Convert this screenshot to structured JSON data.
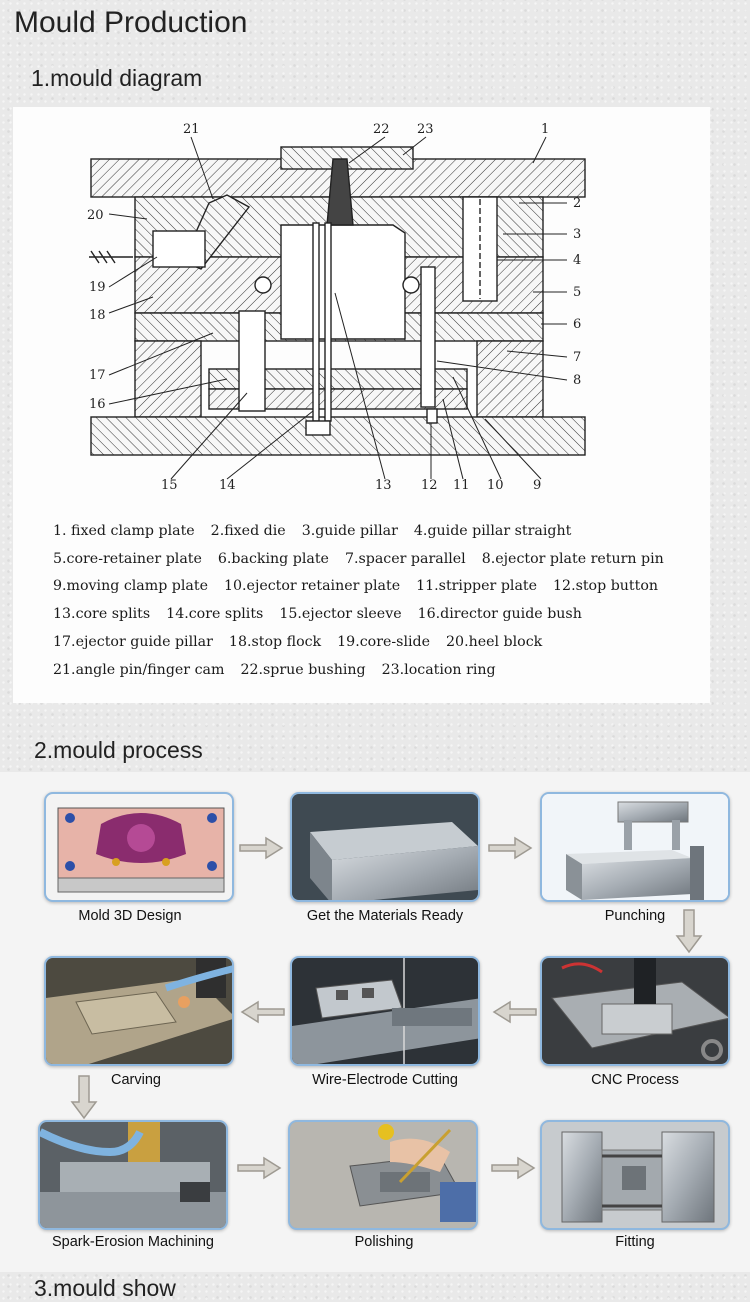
{
  "title": "Mould Production",
  "sections": {
    "diagram": "1.mould diagram",
    "process": "2.mould process",
    "show": "3.mould show"
  },
  "diagram": {
    "callouts": [
      "1",
      "2",
      "3",
      "4",
      "5",
      "6",
      "7",
      "8",
      "9",
      "10",
      "11",
      "12",
      "13",
      "14",
      "15",
      "16",
      "17",
      "18",
      "19",
      "20",
      "21",
      "22",
      "23"
    ],
    "legend_rows": [
      [
        "1.  fixed clamp plate",
        "2.fixed die",
        "3.guide pillar",
        "4.guide pillar straight"
      ],
      [
        "5.core-retainer plate",
        "6.backing plate",
        "7.spacer parallel",
        "8.ejector plate return pin"
      ],
      [
        "9.moving clamp plate",
        "10.ejector retainer plate",
        "11.stripper plate",
        "12.stop button"
      ],
      [
        "13.core splits",
        "14.core splits",
        "15.ejector sleeve",
        "16.director guide  bush"
      ],
      [
        "17.ejector guide pillar",
        "18.stop flock",
        "19.core-slide",
        "20.heel block"
      ],
      [
        "21.angle pin/finger cam",
        "22.sprue bushing",
        "23.location ring"
      ]
    ]
  },
  "process_steps": [
    {
      "label": "Mold 3D Design",
      "icon": "mold-3d-design-image"
    },
    {
      "label": "Get the Materials Ready",
      "icon": "steel-block-image"
    },
    {
      "label": "Punching",
      "icon": "punching-image"
    },
    {
      "label": "CNC Process",
      "icon": "cnc-process-image"
    },
    {
      "label": "Wire-Electrode Cutting",
      "icon": "wire-cutting-image"
    },
    {
      "label": "Carving",
      "icon": "carving-image"
    },
    {
      "label": "Spark-Erosion Machining",
      "icon": "spark-erosion-image"
    },
    {
      "label": "Polishing",
      "icon": "polishing-image"
    },
    {
      "label": "Fitting",
      "icon": "fitting-image"
    }
  ],
  "colors": {
    "frame": "#8fb8df",
    "arrow": "#b7b4ae"
  }
}
